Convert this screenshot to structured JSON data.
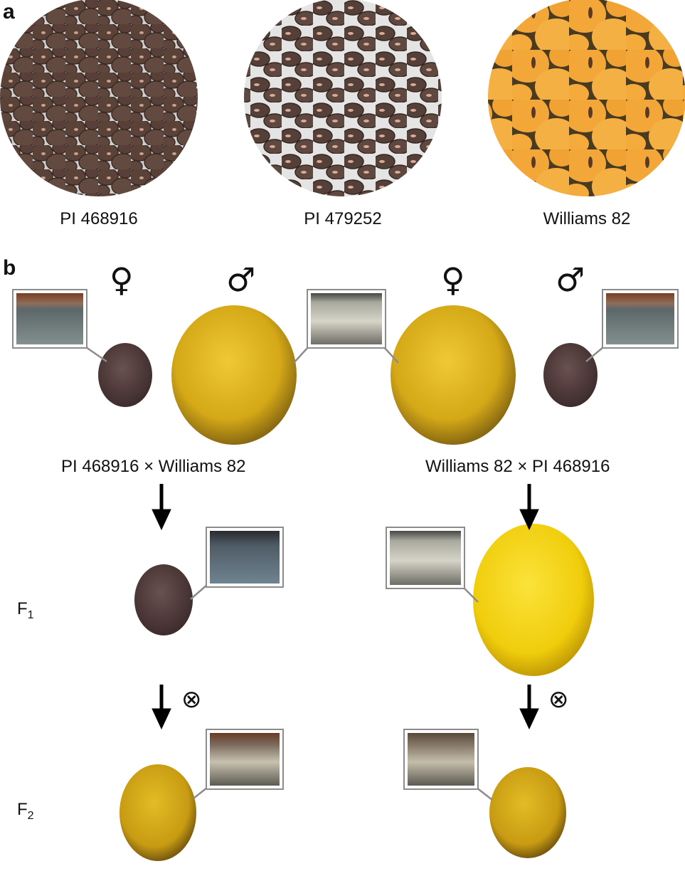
{
  "panel_a": {
    "letter": "a",
    "samples": [
      {
        "label": "PI 468916"
      },
      {
        "label": "PI 479252"
      },
      {
        "label": "Williams 82"
      }
    ]
  },
  "panel_b": {
    "letter": "b",
    "female_symbol": "♀",
    "male_symbol": "♂",
    "cross_left": "PI 468916 × Williams 82",
    "cross_right": "Williams 82 × PI 468916",
    "f1_label": "F",
    "f1_sub": "1",
    "f2_label": "F",
    "f2_sub": "2",
    "self_symbol": "⊗"
  },
  "colors": {
    "dark_seed": "#5b463e",
    "yellow_seed": "#e0b31c",
    "bright_yellow_seed": "#f2d20f",
    "inset_border": "#8c8c8c"
  }
}
